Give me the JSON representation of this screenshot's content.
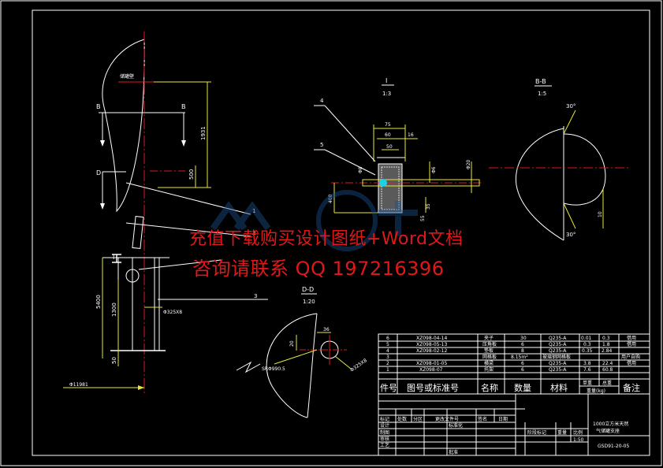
{
  "watermark": {
    "line1": "充值下载购买设计图纸+Word文档",
    "line2": "咨询请联系  QQ 197216396"
  },
  "views": {
    "detail_i": {
      "title": "I",
      "scale": "1:3"
    },
    "section_bb": {
      "title": "B-B",
      "scale": "1:5"
    },
    "section_dd": {
      "title": "D-D",
      "scale": "1:20"
    }
  },
  "labels": {
    "section_b_left": "B",
    "section_b_right": "B",
    "section_d": "D",
    "detail_marker": "I",
    "tank_wall": "储罐壁",
    "pipe_spec": "Φ325X8",
    "pipe_spec_dd": "Φ325X8",
    "sphere_radius": "SRΦ990.5",
    "diameter": "Φ11981"
  },
  "dimensions": {
    "main_1931": "1931",
    "main_500": "500",
    "main_5400": "5400",
    "main_1300": "1300",
    "main_50": "50",
    "i_75": "75",
    "i_60": "60",
    "i_50": "50",
    "i_16": "16",
    "i_phi6": "Φ6",
    "i_phi20": "Φ20",
    "i_phi8": "Φ8",
    "i_400": "400",
    "i_35": "35",
    "i_55": "55",
    "bb_30_top": "30°",
    "bb_30_bottom": "30°",
    "bb_10": "10",
    "dd_36": "36",
    "dd_20": "20"
  },
  "leaders": {
    "n1": "1",
    "n2": "2",
    "n3": "3",
    "n4": "4",
    "n5": "5"
  },
  "bom": {
    "rows": [
      {
        "no": "6",
        "code": "XZ098-04-14",
        "name": "夹子",
        "qty": "30",
        "material": "Q235-A",
        "unit_w": "0.01",
        "total_w": "0.3",
        "note": "借用"
      },
      {
        "no": "5",
        "code": "XZ098-05-13",
        "name": "压角板",
        "qty": "6",
        "material": "Q235-A",
        "unit_w": "0.3",
        "total_w": "1.8",
        "note": "借用"
      },
      {
        "no": "4",
        "code": "XZ098-02-12",
        "name": "垫板",
        "qty": "8",
        "material": "Q235-A",
        "unit_w": "0.35",
        "total_w": "2.84",
        "note": ""
      },
      {
        "no": "3",
        "code": "",
        "name": "网格板",
        "qty": "8.15m²",
        "material": "玻璃钢网格板",
        "unit_w": "",
        "total_w": "",
        "note": "用户自购"
      },
      {
        "no": "2",
        "code": "XZ098-01-05",
        "name": "横梁",
        "qty": "6",
        "material": "Q235-A",
        "unit_w": "3.8",
        "total_w": "22.4",
        "note": "借用"
      },
      {
        "no": "1",
        "code": "XZ098-07",
        "name": "托架",
        "qty": "6",
        "material": "Q235-A",
        "unit_w": "7.6",
        "total_w": "60.8",
        "note": ""
      }
    ],
    "header": {
      "no": "件号",
      "code": "图号或标准号",
      "name": "名称",
      "qty": "数量",
      "material": "材料",
      "unit_w": "单重",
      "total_w": "总重",
      "weight_unit": "重量(kg)",
      "note": "备注"
    }
  },
  "title_block": {
    "c_mark": "标记",
    "c_count": "处数",
    "c_zone": "分区",
    "c_docno": "更改文件号",
    "c_sign": "签名",
    "c_date": "日期",
    "r_design": "设计",
    "r_std": "标准化",
    "r_draw": "制图",
    "r_check": "审核",
    "r_process": "工艺",
    "r_approve": "批准",
    "stage": "阶段标记",
    "weight": "重量",
    "scale_label": "比例",
    "scale": "1:50",
    "drawing_name_1": "1000立方米天然",
    "drawing_name_2": "气储罐支座",
    "drawing_no": "GSD91-20-05"
  },
  "colors": {
    "frame": "#ffffff",
    "center_line": "#e01818",
    "dim_line": "#e8e830",
    "part_line": "#ffffff",
    "leader": "#ffffff",
    "hidden": "#e01818",
    "cyan": "#20d0e8",
    "watermark": "#e01818"
  }
}
